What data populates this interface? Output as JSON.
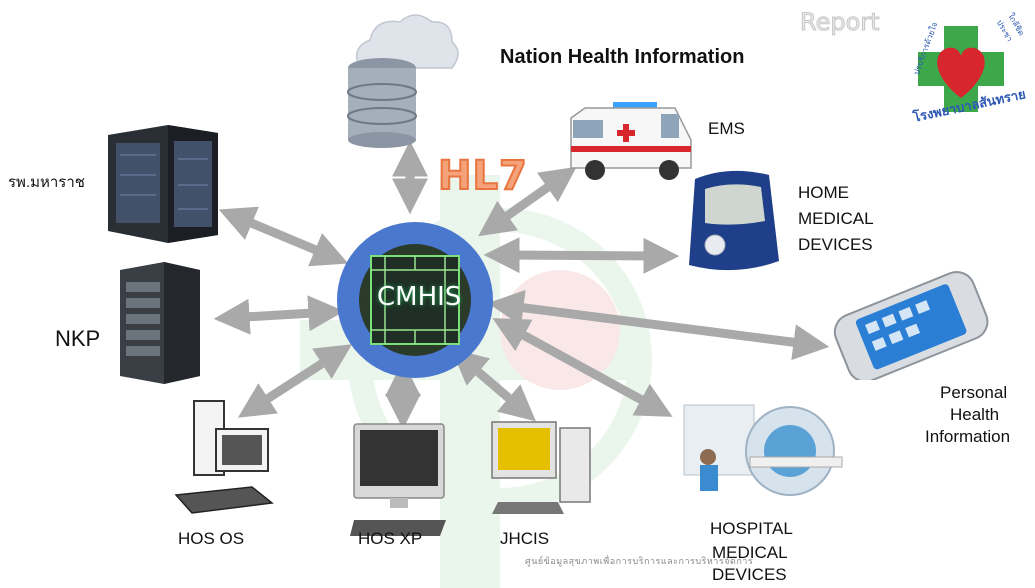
{
  "title": "Nation Health Information",
  "protocol": "HL7",
  "center": "CMHIS",
  "logo": {
    "word": "Report",
    "hospital_name": "โรงพยาบาลสันทราย",
    "ring_left": "ปรบริการด้วยใจ",
    "ring_right": "ใกล้ชิดประชา"
  },
  "nodes": {
    "maharaj": "รพ.มหาราช",
    "nkp": "NKP",
    "ems": "EMS",
    "home": [
      "HOME",
      "MEDICAL",
      "DEVICES"
    ],
    "phi": [
      "Personal",
      "Health",
      "Information"
    ],
    "hos_os": "HOS OS",
    "hos_xp": "HOS XP",
    "jhcis": "JHCIS",
    "hospital": [
      "HOSPITAL",
      "MEDICAL",
      "DEVICES"
    ]
  },
  "footnote": "ศูนย์ข้อมูลสุขภาพเพื่อการบริการและการบริหารจัดการ",
  "colors": {
    "arrow": "#a9a9a9",
    "hub": "#4a78cf",
    "hl7": "#e8743f",
    "accent_green": "#3ca84a",
    "accent_red": "#d8262e"
  }
}
